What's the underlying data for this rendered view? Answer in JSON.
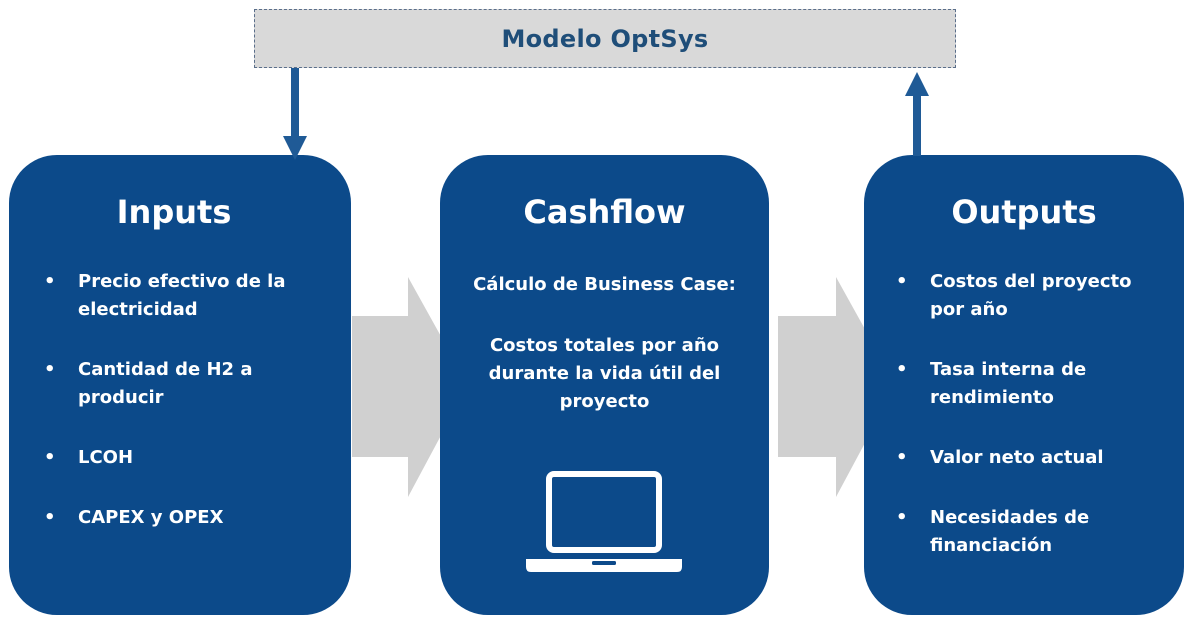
{
  "model": {
    "title": "Modelo OptSys"
  },
  "inputs": {
    "title": "Inputs",
    "items": [
      "Precio efectivo de la electricidad",
      "Cantidad de H2 a producir",
      "LCOH",
      "CAPEX y OPEX"
    ]
  },
  "cashflow": {
    "title": "Cashflow",
    "subtitle": "Cálculo de Business Case:",
    "text": "Costos totales por año durante la vida útil del proyecto",
    "icon": "laptop-icon"
  },
  "outputs": {
    "title": "Outputs",
    "items": [
      "Costos del proyecto por año",
      "Tasa interna de rendimiento",
      "Valor neto actual",
      "Necesidades de financiación"
    ]
  },
  "colors": {
    "card": "#0c4a8a",
    "model_fill": "#d9d9d9",
    "model_text": "#1f4e79",
    "connector": "#1f5a96",
    "flow_arrow": "#d0d0d0"
  }
}
